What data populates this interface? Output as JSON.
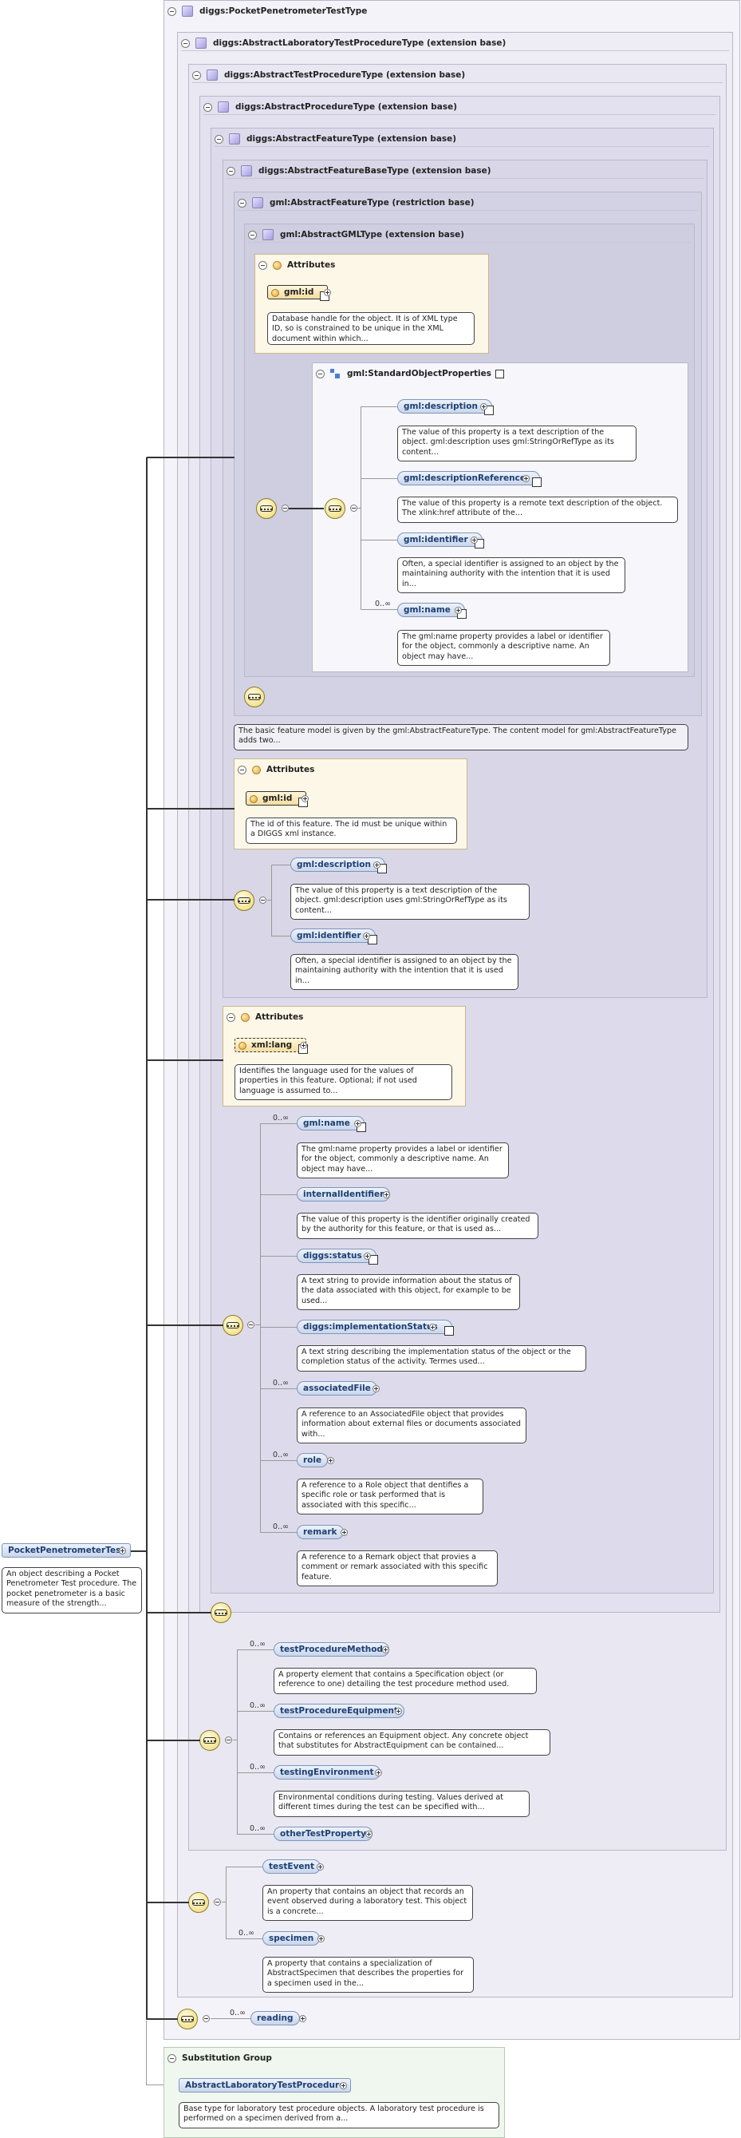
{
  "types": {
    "t0": "diggs:PocketPenetrometerTestType",
    "t1": "diggs:AbstractLaboratoryTestProcedureType (extension base)",
    "t2": "diggs:AbstractTestProcedureType (extension base)",
    "t3": "diggs:AbstractProcedureType (extension base)",
    "t4": "diggs:AbstractFeatureType (extension base)",
    "t5": "diggs:AbstractFeatureBaseType (extension base)",
    "t6": "gml:AbstractFeatureType (restriction base)",
    "t7": "gml:AbstractGMLType (extension base)"
  },
  "attributes_title": "Attributes",
  "gml_type": {
    "id_attr": "gml:id",
    "id_doc": "Database handle for the object. It is of XML type ID, so is constrained to be unique in the XML document within which..."
  },
  "standard_object_properties": {
    "title": "gml:StandardObjectProperties",
    "items": [
      {
        "name": "gml:description",
        "card": "",
        "doc": "The value of this property is a text description of the object. gml:description uses gml:StringOrRefType as its content..."
      },
      {
        "name": "gml:descriptionReference",
        "card": "",
        "doc": "The value of this property is a remote text description of the object. The xlink:href attribute of the..."
      },
      {
        "name": "gml:identifier",
        "card": "",
        "doc": "Often, a special identifier is assigned to an object by the maintaining authority with the intention that it is used in..."
      },
      {
        "name": "gml:name",
        "card": "0..∞",
        "doc": "The gml:name property provides a label or identifier for the object, commonly a descriptive name. An object may have..."
      }
    ]
  },
  "gml_feature_doc": "The basic feature model is given by the gml:AbstractFeatureType. The content model for gml:AbstractFeatureType adds two...",
  "feature_base": {
    "id_attr": "gml:id",
    "id_doc": "The id of this feature. The id must be unique within a DIGGS xml instance.",
    "description": {
      "name": "gml:description",
      "doc": "The value of this property is a text description of the object. gml:description uses gml:StringOrRefType as its content..."
    },
    "identifier": {
      "name": "gml:identifier",
      "doc": "Often, a special identifier is assigned to an object by the maintaining authority with the intention that it is used in..."
    }
  },
  "feature": {
    "lang_attr": "xml:lang",
    "lang_doc": "Identifies the language used for the values of properties in this feature. Optional; if not used language is assumed to...",
    "items": [
      {
        "name": "gml:name",
        "card": "0..∞",
        "doc": "The gml:name property provides a label or identifier for the object, commonly a descriptive name. An object may have..."
      },
      {
        "name": "internalIdentifier",
        "card": "",
        "doc": "The value of this property is the identifier originally created by the authority for this feature, or that is used as..."
      },
      {
        "name": "diggs:status",
        "card": "",
        "doc": "A text string to provide information about the status of the data associated with this object, for example to be used..."
      },
      {
        "name": "diggs:implementationStatus",
        "card": "",
        "doc": "A text string describing the implementation status of the object or the completion status of the activity. Termes used..."
      },
      {
        "name": "associatedFile",
        "card": "0..∞",
        "doc": "A reference to an AssociatedFile object that provides information about external files or documents associated with..."
      },
      {
        "name": "role",
        "card": "0..∞",
        "doc": "A reference to a Role object that dentifies a specific role or task performed that is associated with this specific..."
      },
      {
        "name": "remark",
        "card": "0..∞",
        "doc": "A reference to a Remark object that provies a comment or remark associated with this specific feature."
      }
    ]
  },
  "test_procedure": {
    "items": [
      {
        "name": "testProcedureMethod",
        "card": "0..∞",
        "doc": "A property element that contains a Specification object (or reference to one) detailing the test procedure method used."
      },
      {
        "name": "testProcedureEquipment",
        "card": "0..∞",
        "doc": "Contains or references an Equipment object. Any concrete object that substitutes for AbstractEquipment can be contained..."
      },
      {
        "name": "testingEnvironment",
        "card": "0..∞",
        "doc": "Environmental conditions during testing. Values derived at different times during the test can be specified with..."
      },
      {
        "name": "otherTestProperty",
        "card": "0..∞",
        "doc": ""
      }
    ]
  },
  "lab_test": {
    "items": [
      {
        "name": "testEvent",
        "card": "",
        "doc": "An property that contains an object that records an event observed during a laboratory test. This object is a concrete..."
      },
      {
        "name": "specimen",
        "card": "0..∞",
        "doc": "A property that contains a specialization of AbstractSpecimen that describes the properties for a specimen used in the..."
      }
    ]
  },
  "pocket": {
    "reading_name": "reading",
    "reading_card": "0..∞"
  },
  "root": {
    "name": "PocketPenetrometerTest",
    "doc": "An object describing a Pocket Penetrometer Test procedure. The pocket penetrometer is a basic measure of the strength..."
  },
  "substitution": {
    "title": "Substitution Group",
    "name": "AbstractLaboratoryTestProcedure",
    "doc": "Base type for laboratory test procedure objects. A laboratory test procedure is performed on a specimen derived from a..."
  }
}
